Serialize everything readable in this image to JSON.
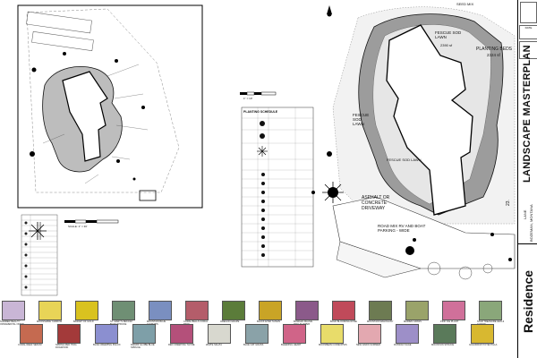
{
  "sheet": {
    "plan_labels": [
      "FESCUE SOD LAWN",
      "PLANTING BEDS",
      "2324 sf",
      "FESCUE SOD LAWN",
      "FESCUE SOD LAWN",
      "ASPHALT OR CONCRETE DRIVEWAY",
      "ROAD MIX RV AND BOAT PARKING - WIDE",
      "SEED MIX",
      "2390 sf"
    ],
    "schedule_title": "PLANTING SCHEDULE",
    "scale_label": "SCALE: 1\" = 30'",
    "scale_label_top": "1\" = 10'"
  },
  "title_block": {
    "project_type": "LANDSCAPE MASTERPLAN",
    "project_name": "Residence",
    "location_line": "LANE",
    "city": "BOZEMAN, MONTANA",
    "date_label": "DATE",
    "sheet_number": "23."
  },
  "plants_row1": [
    {
      "label": "SUMMER BEAUTY ORNAMENTAL ONION",
      "color": "#c9b6d6"
    },
    {
      "label": "MOONSHINE YARROW",
      "color": "#e8d457"
    },
    {
      "label": "BASKET OF GOLD",
      "color": "#d9c21f"
    },
    {
      "label": "ST. MARY'S BROOM BLUE SPRUCE",
      "color": "#6f8f74"
    },
    {
      "label": "MOUNTAIN BLUE CLEMATIS",
      "color": "#7a8fc0"
    },
    {
      "label": "CORAL BELLS CORAL REEF",
      "color": "#b45d6a"
    },
    {
      "label": "OREGON GRAPE",
      "color": "#5b7c3a"
    },
    {
      "label": "BLACK EYED SUSAN",
      "color": "#c9a426"
    },
    {
      "label": "BOWLES MAUVE WALLFLOWER",
      "color": "#8b5a8a"
    },
    {
      "label": "BOLD BLOOMING ROSE",
      "color": "#c04a5a"
    },
    {
      "label": "MOUNTAIN MAHOGANY",
      "color": "#6d7b52"
    },
    {
      "label": "MAIDEN GRASS",
      "color": "#9aa36a"
    },
    {
      "label": "PINK ICE PLANT",
      "color": "#d0709a"
    },
    {
      "label": "STAR TREASURE HEN & CHICKS",
      "color": "#8aa77a"
    }
  ],
  "plants_row2": [
    {
      "label": "CORAL REEF SEDUM",
      "color": "#c56a50"
    },
    {
      "label": "SPRING RED TWIG DOGWOOD",
      "color": "#a33a3a"
    },
    {
      "label": "BLUE CREEPING PHLOX",
      "color": "#8b8fd0"
    },
    {
      "label": "DWARF GLOBE BLUE SPRUCE",
      "color": "#7e9fa8"
    },
    {
      "label": "RED CREEPING THYME",
      "color": "#b4507a"
    },
    {
      "label": "WHITE SALVIA",
      "color": "#d8d8cf"
    },
    {
      "label": "BLUE OAT GRASS",
      "color": "#8aa2a8"
    },
    {
      "label": "BLEEDING HEART",
      "color": "#d06488"
    },
    {
      "label": "MOONBEAM COREOPSIS",
      "color": "#e8dc6a"
    },
    {
      "label": "NEW DAWN SUMMER",
      "color": "#e3a8b0"
    },
    {
      "label": "RUSSIAN SAGE",
      "color": "#9d8fc8"
    },
    {
      "label": "MOUNTAIN SPRUCE",
      "color": "#5a7a5a"
    },
    {
      "label": "GOLDDROP POTENTILLA",
      "color": "#d8b830"
    }
  ]
}
